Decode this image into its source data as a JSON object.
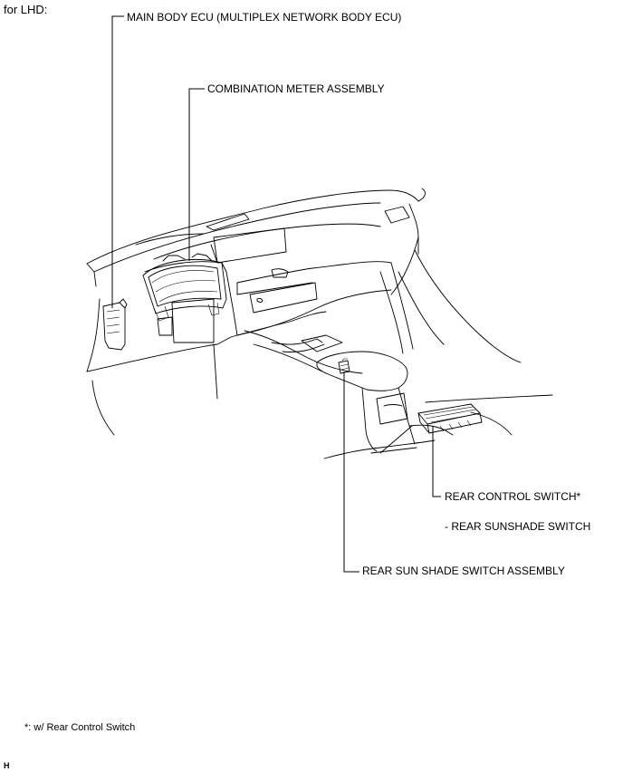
{
  "header": {
    "title": "for LHD:"
  },
  "callouts": {
    "main_body_ecu": "MAIN BODY ECU (MULTIPLEX NETWORK BODY ECU)",
    "combination_meter": "COMBINATION METER ASSEMBLY",
    "rear_control_switch": "REAR CONTROL SWITCH*",
    "rear_sunshade_switch": "- REAR SUNSHADE SWITCH",
    "rear_sun_shade_switch_assembly": "REAR SUN SHADE SWITCH ASSEMBLY"
  },
  "footnote": "*: w/ Rear Control Switch",
  "corner_mark": "H"
}
